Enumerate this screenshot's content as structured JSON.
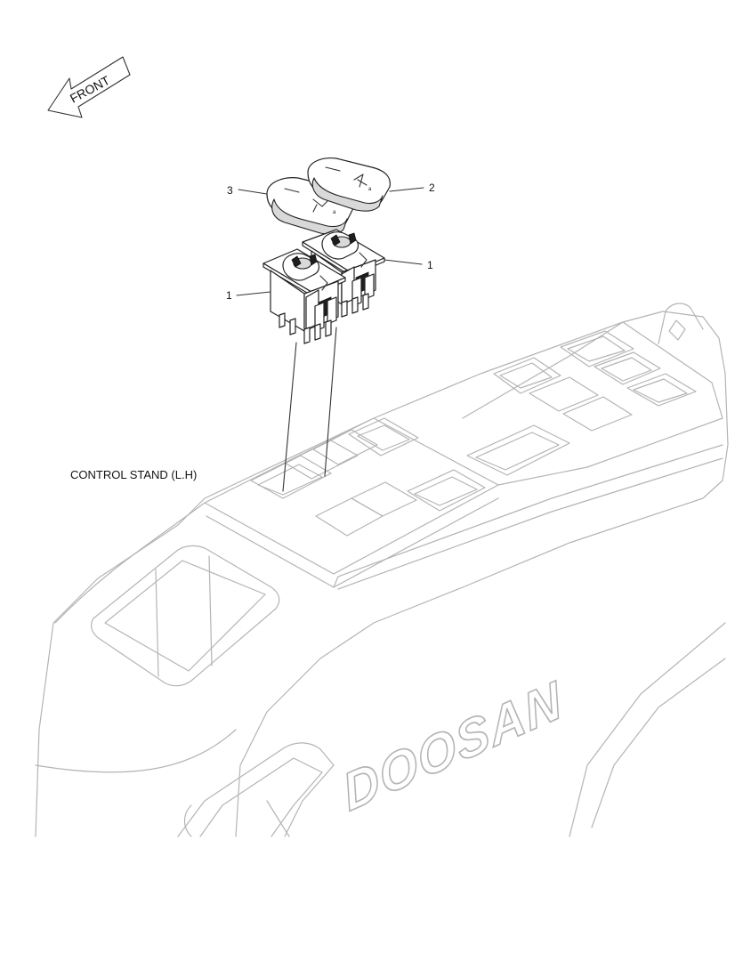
{
  "direction_arrow": {
    "label": "FRONT"
  },
  "assembly_caption": "CONTROL STAND (L.H)",
  "brand_logo": "DOOSAN",
  "callouts": [
    {
      "id": "callout-3",
      "number": "3",
      "part": "switch-cap-left"
    },
    {
      "id": "callout-2",
      "number": "2",
      "part": "switch-cap-right"
    },
    {
      "id": "callout-1-upper",
      "number": "1",
      "part": "rocker-switch-right"
    },
    {
      "id": "callout-1-lower",
      "number": "1",
      "part": "rocker-switch-left"
    }
  ],
  "colors": {
    "line": "#222222",
    "housing_outline": "#b4b4b4",
    "background": "#ffffff"
  }
}
